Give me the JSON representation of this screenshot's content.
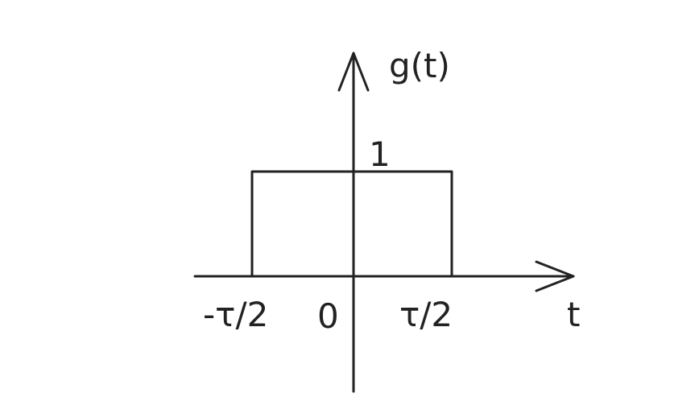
{
  "diagram": {
    "y_axis_label": "g(t)",
    "x_axis_label": "t",
    "amplitude_label": "1",
    "left_edge_label": "-τ/2",
    "origin_label": "0",
    "right_edge_label": "τ/2",
    "line_color": "#222222",
    "background": "#ffffff"
  }
}
